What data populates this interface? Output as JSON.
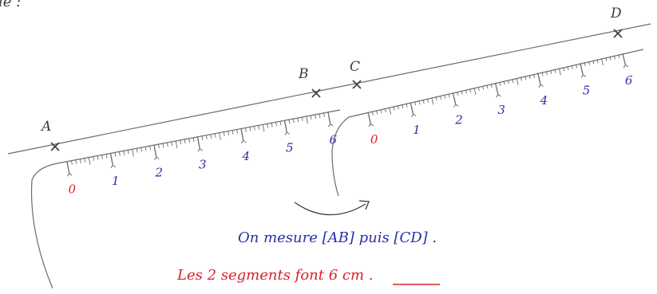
{
  "top_fragment": "ie :",
  "points": [
    {
      "label": "A"
    },
    {
      "label": "B"
    },
    {
      "label": "C"
    },
    {
      "label": "D"
    }
  ],
  "ruler_1": {
    "zero_label": "0",
    "numbers": [
      "1",
      "2",
      "3",
      "4",
      "5",
      "6"
    ]
  },
  "ruler_2": {
    "zero_label": "0",
    "numbers": [
      "1",
      "2",
      "3",
      "4",
      "5",
      "6"
    ]
  },
  "caption": {
    "line1": "On mesure [AB] puis [CD] .",
    "line2_prefix": "Les 2 segments font ",
    "line2_measure": "6 cm",
    "line2_suffix": " ."
  },
  "colors": {
    "ink_dark": "#3a3a44",
    "ink_blue": "#2a2fa8",
    "ink_red": "#d2232a"
  }
}
